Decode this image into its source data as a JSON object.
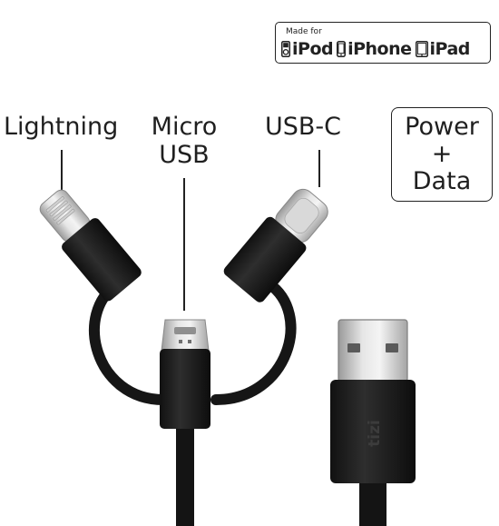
{
  "badge": {
    "made_for": "Made for",
    "devices": [
      "iPod",
      "iPhone",
      "iPad"
    ]
  },
  "labels": {
    "lightning": "Lightning",
    "micro_line1": "Micro",
    "micro_line2": "USB",
    "usbc": "USB-C"
  },
  "power_box": {
    "line1": "Power",
    "line2": "+",
    "line3": "Data"
  },
  "brand_logo": "tizi"
}
